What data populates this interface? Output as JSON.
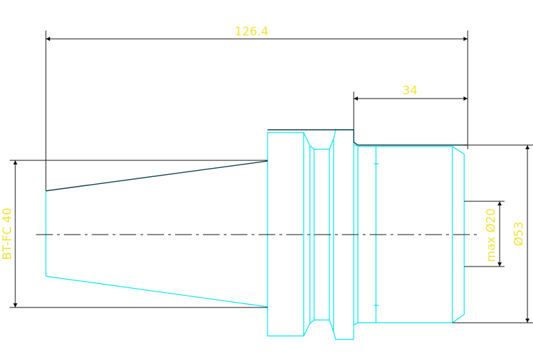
{
  "drawing": {
    "dimensions": {
      "overall_length": "126.4",
      "collet_length": "34",
      "shank_label": "BT-FC 40",
      "bore_max": "max Ø20",
      "outer_diameter": "Ø53"
    },
    "colors": {
      "background": "#ffffff",
      "outline_cyan": "#00e5f0",
      "outline_dark": "#0f3f46",
      "dimension_black": "#111111",
      "text_yellow": "#f2e23a"
    }
  }
}
